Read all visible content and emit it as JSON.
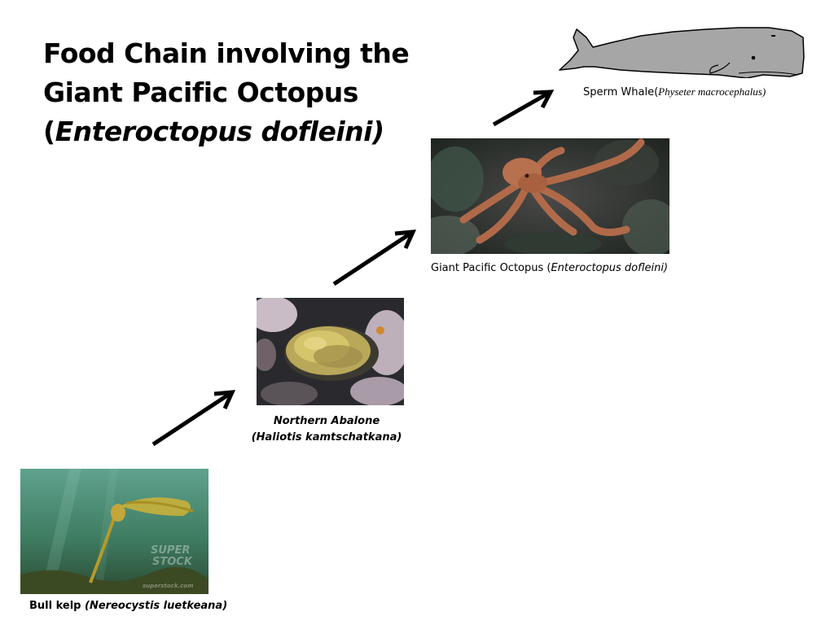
{
  "title": {
    "plain": "Food Chain involving the Giant Pacific Octopus (",
    "italic": "Enteroctopus dofleini)"
  },
  "organisms": {
    "whale": {
      "common": "Sperm Whale(",
      "scientific": "Physeter macrocephalus)"
    },
    "octopus": {
      "common": "Giant Pacific Octopus (",
      "scientific": "Enteroctopus dofleini)"
    },
    "abalone": {
      "common": "Northern Abalone",
      "scientific": "(Haliotis kamtschatkana)"
    },
    "kelp": {
      "common": "Bull kelp ",
      "scientific": "(Nereocystis luetkeana)"
    }
  },
  "watermark": {
    "brand_line1": "SUPER",
    "brand_line2": "STOCK",
    "site": "superstock.com"
  },
  "arrow_icons": [
    "arrow-up-right-icon",
    "arrow-up-right-icon",
    "arrow-up-right-icon"
  ]
}
